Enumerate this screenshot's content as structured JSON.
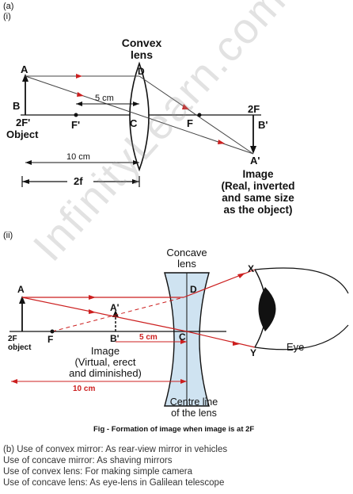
{
  "part_a": "(a)",
  "part_i": "(i)",
  "part_ii": "(ii)",
  "diagram1": {
    "lens_title": [
      "Convex",
      "lens"
    ],
    "A": "A",
    "D": "D",
    "B": "B",
    "C": "C",
    "F": "F",
    "F_prime": "F'",
    "two_F_prime": "2F'",
    "object": "Object",
    "two_F": "2F",
    "B_prime": "B'",
    "A_prime": "A'",
    "five_cm": "5 cm",
    "ten_cm": "10 cm",
    "two_f": "2f",
    "image_caption": [
      "Image",
      "(Real, inverted",
      "and same size",
      "as the object)"
    ]
  },
  "diagram2": {
    "lens_title": [
      "Concave",
      "lens"
    ],
    "A": "A",
    "A_prime": "A'",
    "B_prime": "B'",
    "D": "D",
    "C": "C",
    "F": "F",
    "X": "X",
    "Y": "Y",
    "eye": "Eye",
    "two_F": "2F",
    "object": "object",
    "five_cm": "5 cm",
    "ten_cm": "10 cm",
    "image_caption": [
      "Image",
      "(Virtual, erect",
      "and diminished)"
    ],
    "centre_caption": [
      "Centre line",
      "of the lens"
    ],
    "fig_caption": "Fig - Formation of image when image is at 2F"
  },
  "answers": [
    "(b) Use of convex mirror: As rear-view mirror in vehicles",
    "Use of concave mirror: As shaving mirrors",
    "Use of convex lens: For making simple camera",
    "Use of concave lens: As eye-lens in Galilean telescope"
  ],
  "watermark": "InfinityLearn.com",
  "colors": {
    "ray": "#cc1f1f",
    "lens_fill": "#cfe3f1",
    "ink": "#111111"
  }
}
